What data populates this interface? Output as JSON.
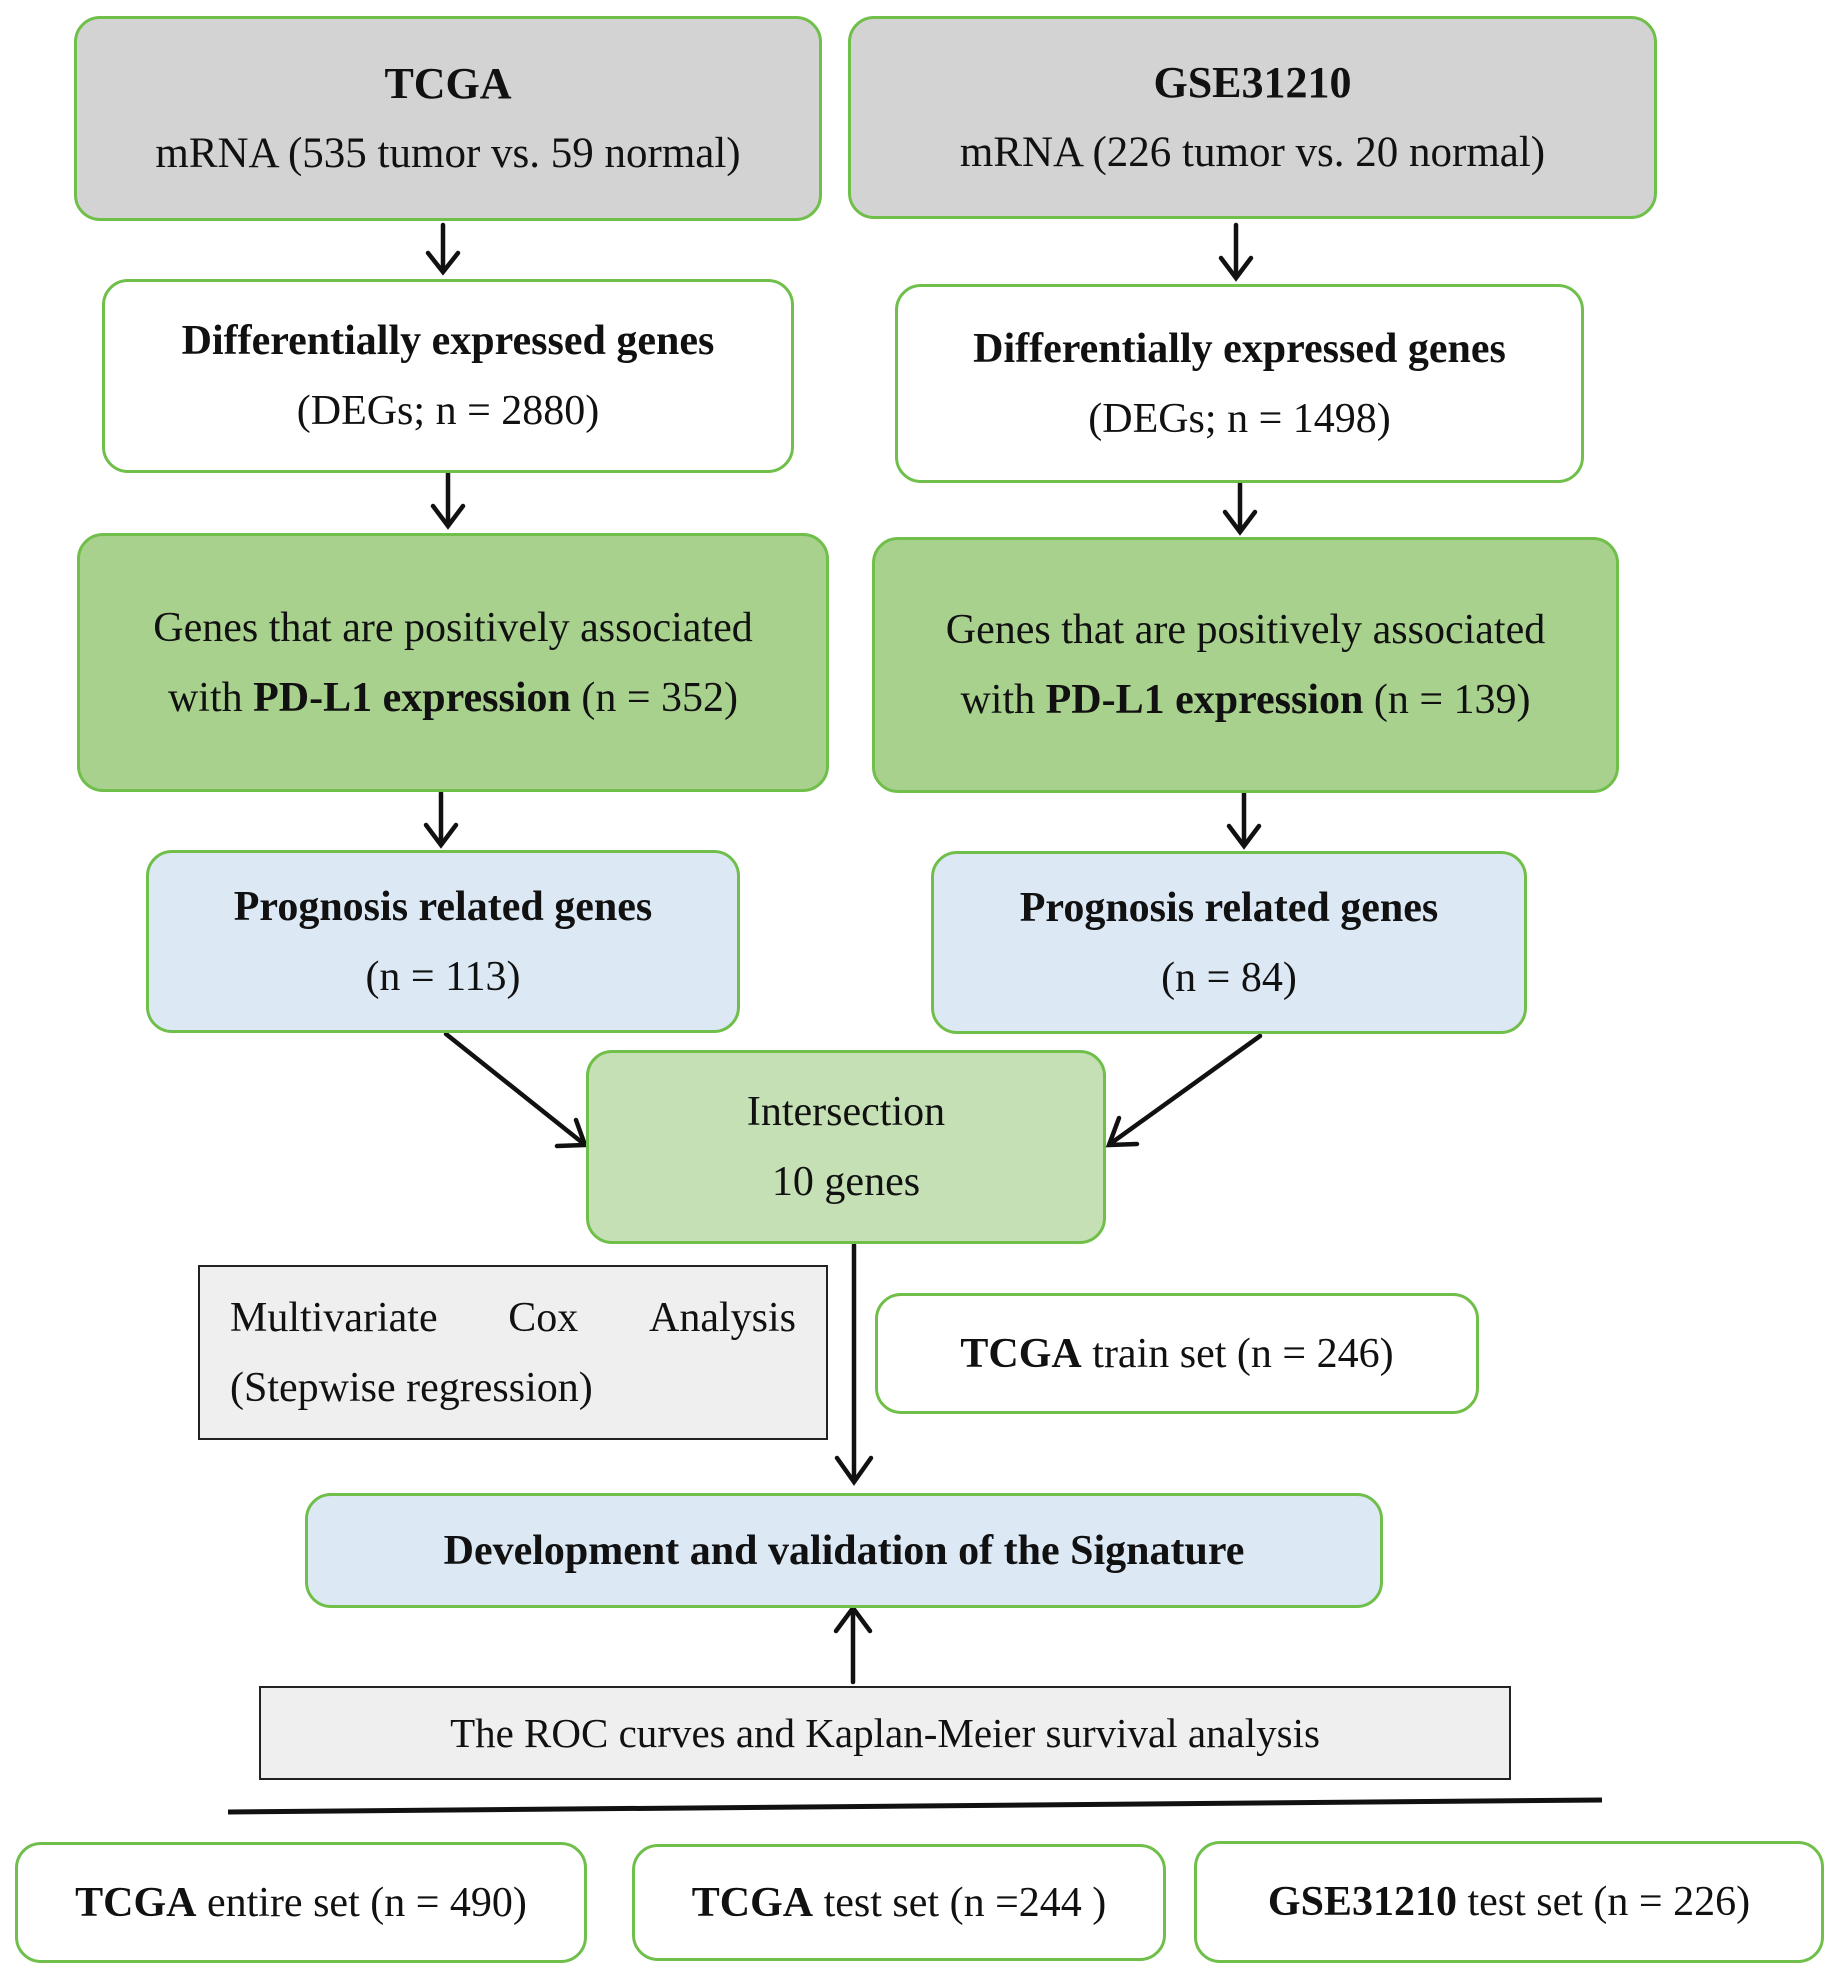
{
  "left": {
    "source": {
      "title": "TCGA",
      "subtitle": "mRNA (535 tumor vs. 59 normal)"
    },
    "degs": {
      "title": "Differentially expressed genes",
      "subtitle": "(DEGs; n = 2880)"
    },
    "pdl1": {
      "line1": "Genes that are positively associated",
      "with": "with ",
      "bold": "PD-L1 expression",
      "count": " (n = 352)"
    },
    "prognosis": {
      "title": "Prognosis related genes",
      "subtitle": "(n = 113)"
    }
  },
  "right": {
    "source": {
      "title": "GSE31210",
      "subtitle": "mRNA (226 tumor vs. 20 normal)"
    },
    "degs": {
      "title": "Differentially expressed genes",
      "subtitle": "(DEGs; n = 1498)"
    },
    "pdl1": {
      "line1": "Genes that are positively associated",
      "with": "with ",
      "bold": "PD-L1 expression",
      "count": " (n = 139)"
    },
    "prognosis": {
      "title": "Prognosis related genes",
      "subtitle": "(n = 84)"
    }
  },
  "intersection": {
    "line1": "Intersection",
    "line2": "10 genes"
  },
  "cox": {
    "word1": "Multivariate",
    "word2": "Cox",
    "word3": "Analysis",
    "line2": "(Stepwise regression)"
  },
  "train": {
    "bold": "TCGA",
    "rest": " train set (n = 246)"
  },
  "signature": {
    "title": "Development and validation of the Signature"
  },
  "roc": {
    "text": "The ROC curves and Kaplan-Meier survival analysis"
  },
  "bottom": [
    {
      "bold": "TCGA",
      "rest": " entire set (n = 490)"
    },
    {
      "bold": "TCGA",
      "rest": " test set (n =244 )"
    },
    {
      "bold": "GSE31210",
      "rest": " test set (n = 226)"
    }
  ]
}
